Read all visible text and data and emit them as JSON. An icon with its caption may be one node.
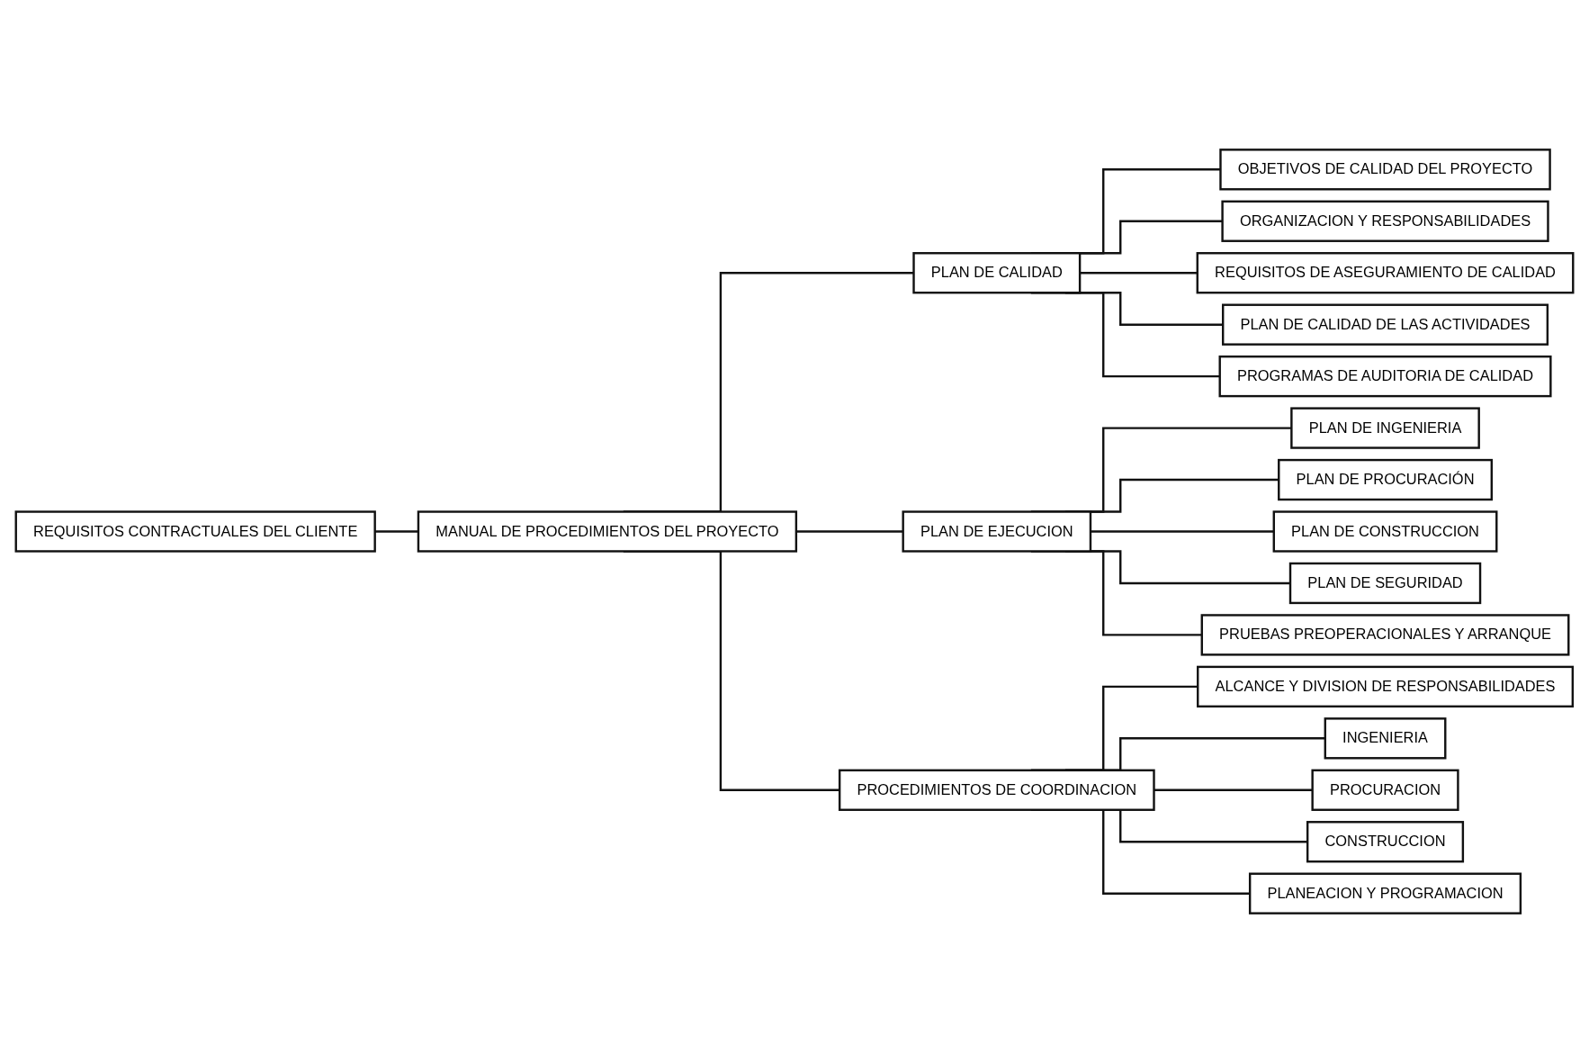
{
  "diagram": {
    "nodes": [
      {
        "text": [
          "REQUISITOS CONTRACTUALES DEL CLIENTE"
        ]
      },
      {
        "text": [
          "MANUAL DE PROCEDIMIENTOS DEL PROYECTO"
        ]
      },
      {
        "text": [
          "PLAN DE CALIDAD"
        ]
      },
      {
        "text": [
          "PLAN DE EJECUCION"
        ]
      },
      {
        "text": [
          "PROCEDIMIENTOS DE COORDINACION"
        ]
      },
      {
        "text": [
          "OBJETIVOS DE CALIDAD DEL PROYECTO"
        ]
      },
      {
        "text": [
          "ORGANIZACION Y RESPONSABILIDADES"
        ]
      },
      {
        "text": [
          "REQUISITOS DE ASEGURAMIENTO DE CALIDAD"
        ]
      },
      {
        "text": [
          "PLAN DE CALIDAD DE LAS ACTIVIDADES"
        ]
      },
      {
        "text": [
          "PROGRAMAS DE AUDITORIA DE CALIDAD"
        ]
      },
      {
        "text": [
          "PLAN DE INGENIERIA"
        ]
      },
      {
        "text": [
          "PLAN DE PROCURACIÓN"
        ]
      },
      {
        "text": [
          "PLAN DE CONSTRUCCION"
        ]
      },
      {
        "text": [
          "PLAN DE SEGURIDAD"
        ]
      },
      {
        "text": [
          "PRUEBAS PREOPERACIONALES Y ARRANQUE"
        ]
      },
      {
        "text": [
          "ALCANCE Y DIVISION DE RESPONSABILIDADES"
        ]
      },
      {
        "text": [
          "INGENIERIA"
        ]
      },
      {
        "text": [
          "PROCURACION"
        ]
      },
      {
        "text": [
          "CONSTRUCCION"
        ]
      },
      {
        "text": [
          "PLANEACION Y PROGRAMACION"
        ]
      }
    ],
    "edges": [
      {
        "from": 0,
        "to": 1,
        "arrow": "none"
      },
      {
        "from": 1,
        "to": 2,
        "arrow": "none"
      },
      {
        "from": 1,
        "to": 3,
        "arrow": "none"
      },
      {
        "from": 1,
        "to": 4,
        "arrow": "none"
      },
      {
        "from": 2,
        "to": 5,
        "arrow": "none"
      },
      {
        "from": 2,
        "to": 6,
        "arrow": "none"
      },
      {
        "from": 2,
        "to": 7,
        "arrow": "none"
      },
      {
        "from": 2,
        "to": 8,
        "arrow": "none"
      },
      {
        "from": 2,
        "to": 9,
        "arrow": "none"
      },
      {
        "from": 3,
        "to": 10,
        "arrow": "none"
      },
      {
        "from": 3,
        "to": 11,
        "arrow": "none"
      },
      {
        "from": 3,
        "to": 12,
        "arrow": "none"
      },
      {
        "from": 3,
        "to": 13,
        "arrow": "none"
      },
      {
        "from": 3,
        "to": 14,
        "arrow": "none"
      },
      {
        "from": 4,
        "to": 15,
        "arrow": "none"
      },
      {
        "from": 4,
        "to": 16,
        "arrow": "none"
      },
      {
        "from": 4,
        "to": 17,
        "arrow": "none"
      },
      {
        "from": 4,
        "to": 18,
        "arrow": "none"
      },
      {
        "from": 4,
        "to": 19,
        "arrow": "none"
      }
    ]
  }
}
